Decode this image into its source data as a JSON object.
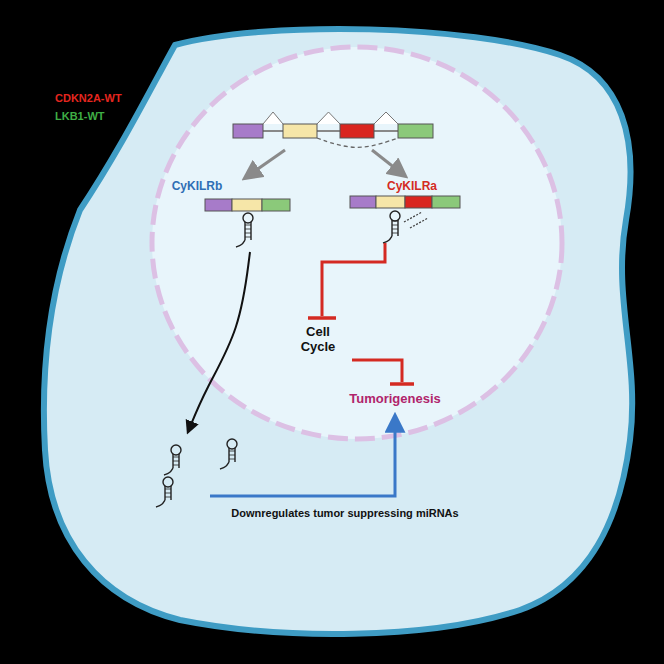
{
  "diagram": {
    "nodes": [
      {
        "text": [
          "Tumorigenesis",
          "Downregulates tumor suppressing miRNAs"
        ]
      },
      {
        "text": [
          "CyKILRb",
          "CyKILRa",
          "Cell Cycle"
        ],
        "in": 0
      }
    ],
    "labels": [
      "CDKN2A-WT",
      "LKB1-WT"
    ]
  }
}
